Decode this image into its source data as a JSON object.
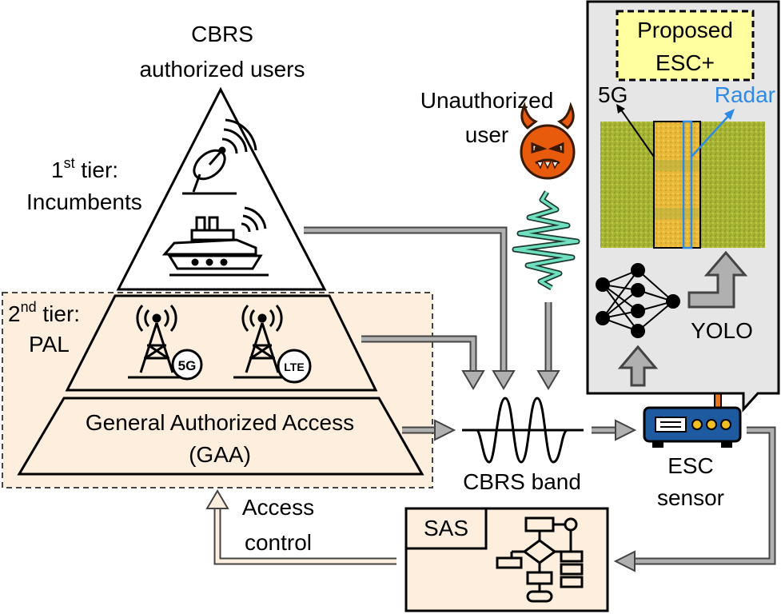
{
  "pyramid": {
    "title_line1": "CBRS",
    "title_line2": "authorized users",
    "tier1_line1_prefix": "1",
    "tier1_line1_sup": "st",
    "tier1_line1_suffix": " tier:",
    "tier1_line2": "Incumbents",
    "tier2_line1_prefix": "2",
    "tier2_line1_sup": "nd",
    "tier2_line1_suffix": " tier:",
    "tier2_line2": "PAL",
    "gaa_line1": "General Authorized Access",
    "gaa_line2": "(GAA)",
    "badge_5g": "5G",
    "badge_lte": "LTE"
  },
  "unauthorized": {
    "line1": "Unauthorized",
    "line2": "user"
  },
  "band": {
    "label": "CBRS band"
  },
  "sensor": {
    "line1": "ESC",
    "line2": "sensor"
  },
  "sas": {
    "label": "SAS"
  },
  "access": {
    "line1": "Access",
    "line2": "control"
  },
  "esc_plus": {
    "title_line1": "Proposed",
    "title_line2": "ESC+",
    "label_5g": "5G",
    "label_radar": "Radar",
    "yolo": "YOLO"
  },
  "colors": {
    "peach": "#fdeedd",
    "panel_gray": "#e6e6e6",
    "yellow_box": "#ffffa0",
    "radar_blue": "#2d8ae6",
    "devil_orange": "#e85a0c",
    "wave_teal": "#6fe0c0",
    "arrow_gray": "#b0b0b0",
    "spectrum_green": "#a8b433",
    "spectrum_yellow": "#f0c040",
    "router_blue": "#1e5aa0"
  }
}
